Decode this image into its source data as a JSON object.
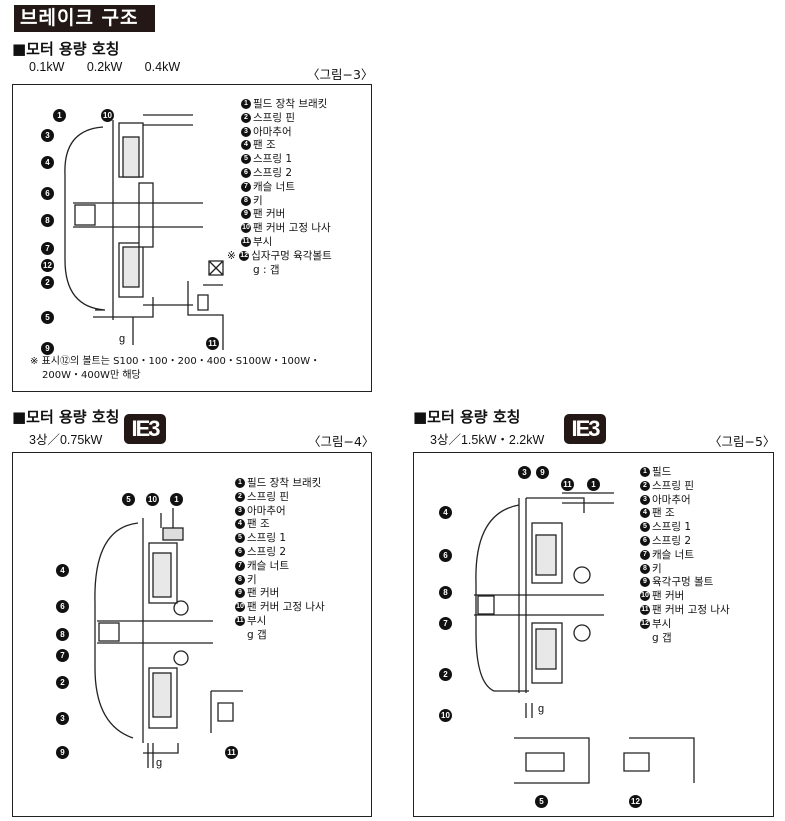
{
  "title": "브레이크 구조",
  "sections": [
    {
      "heading": "■모터 용량 호칭",
      "subtitle": "0.1kW   0.2kW   0.4kW",
      "figure": "〈그림−3〉",
      "legend": [
        {
          "n": "1",
          "t": "필드 장착 브래킷"
        },
        {
          "n": "2",
          "t": "스프링 핀"
        },
        {
          "n": "3",
          "t": "아마추어"
        },
        {
          "n": "4",
          "t": "팬 조"
        },
        {
          "n": "5",
          "t": "스프링 1"
        },
        {
          "n": "6",
          "t": "스프링 2"
        },
        {
          "n": "7",
          "t": "캐슬 너트"
        },
        {
          "n": "8",
          "t": "키"
        },
        {
          "n": "9",
          "t": "팬 커버"
        },
        {
          "n": "10",
          "t": "팬 커버 고정 나사"
        },
        {
          "n": "11",
          "t": "부시"
        },
        {
          "n": "12",
          "t": "십자구멍 육각볼트",
          "prefix": "※"
        },
        {
          "n": "",
          "t": "g : 갭"
        }
      ],
      "note_line1": "※ 표시⑫의 볼트는 S100・100・200・400・S100W・100W・",
      "note_line2": "200W・400W만 해당",
      "callouts": [
        "1",
        "10",
        "3",
        "4",
        "6",
        "8",
        "7",
        "12",
        "2",
        "5",
        "9",
        "11"
      ],
      "gap_label": "g"
    },
    {
      "heading": "■모터 용량 호칭",
      "badge": "IE3",
      "subtitle": "3상／0.75kW",
      "figure": "〈그림−4〉",
      "legend": [
        {
          "n": "1",
          "t": "필드 장착 브래킷"
        },
        {
          "n": "2",
          "t": "스프링 핀"
        },
        {
          "n": "3",
          "t": "아마추어"
        },
        {
          "n": "4",
          "t": "팬 조"
        },
        {
          "n": "5",
          "t": "스프링 1"
        },
        {
          "n": "6",
          "t": "스프링 2"
        },
        {
          "n": "7",
          "t": "캐슬 너트"
        },
        {
          "n": "8",
          "t": "키"
        },
        {
          "n": "9",
          "t": "팬 커버"
        },
        {
          "n": "10",
          "t": "팬 커버 고정 나사"
        },
        {
          "n": "11",
          "t": "부시"
        },
        {
          "n": "",
          "t": "g 갭"
        }
      ],
      "callouts": [
        "5",
        "10",
        "1",
        "4",
        "6",
        "8",
        "7",
        "2",
        "3",
        "9",
        "11"
      ],
      "gap_label": "g"
    },
    {
      "heading": "■모터 용량 호칭",
      "badge": "IE3",
      "subtitle": "3상／1.5kW・2.2kW",
      "figure": "〈그림−5〉",
      "legend": [
        {
          "n": "1",
          "t": "필드"
        },
        {
          "n": "2",
          "t": "스프링 핀"
        },
        {
          "n": "3",
          "t": "아마추어"
        },
        {
          "n": "4",
          "t": "팬 조"
        },
        {
          "n": "5",
          "t": "스프링 1"
        },
        {
          "n": "6",
          "t": "스프링 2"
        },
        {
          "n": "7",
          "t": "캐슬 너트"
        },
        {
          "n": "8",
          "t": "키"
        },
        {
          "n": "9",
          "t": "육각구멍 볼트"
        },
        {
          "n": "10",
          "t": "팬 커버"
        },
        {
          "n": "11",
          "t": "팬 커버 고정 나사"
        },
        {
          "n": "12",
          "t": "부시"
        },
        {
          "n": "",
          "t": "g 갭"
        }
      ],
      "callouts": [
        "3",
        "9",
        "11",
        "1",
        "4",
        "6",
        "8",
        "7",
        "2",
        "10",
        "5",
        "12"
      ],
      "gap_label": "g"
    }
  ]
}
